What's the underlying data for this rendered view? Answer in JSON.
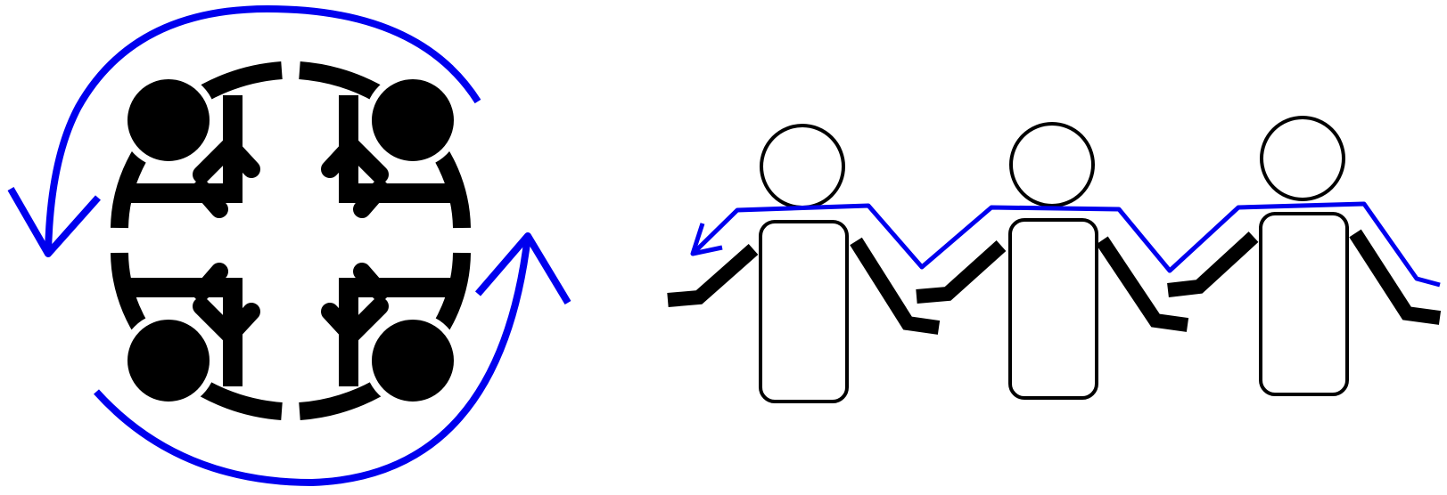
{
  "diagram": {
    "colors": {
      "background": "#ffffff",
      "figure": "#000000",
      "flow_arrow": "#0000ee"
    },
    "left_panel": {
      "icon": "four-people-around-round-table-icon",
      "person_count": 4,
      "arrow_count": 2,
      "arrow_direction": "counterclockwise"
    },
    "right_panel": {
      "icon": "three-people-in-a-row-icon",
      "person_count": 3,
      "arrow_count": 1,
      "arrow_direction": "right-to-left"
    }
  }
}
